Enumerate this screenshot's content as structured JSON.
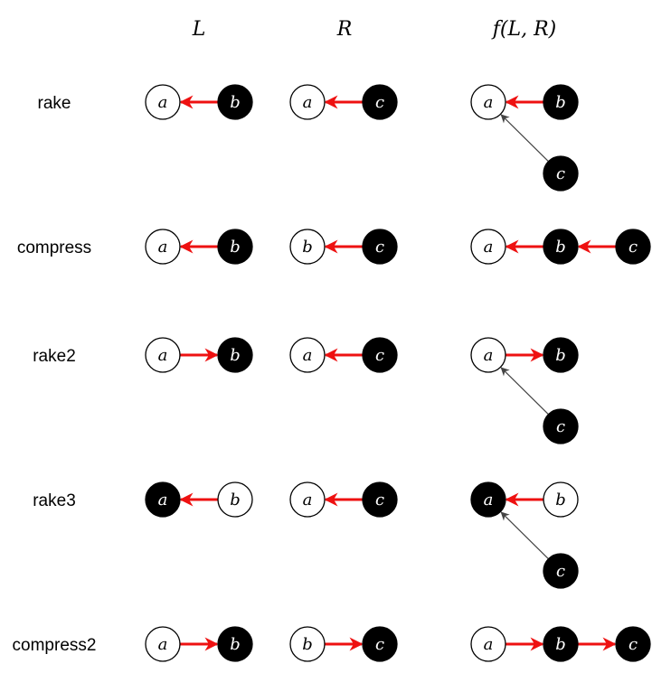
{
  "headers": {
    "left": "L",
    "right": "R",
    "result": "f(L, R)"
  },
  "colors": {
    "main_edge": "#ee1111",
    "aux_edge": "#444444",
    "black_node": "#000000",
    "white_node": "#ffffff"
  },
  "rows": [
    {
      "label": "rake",
      "L": {
        "nodes": [
          {
            "t": "a",
            "black": false
          },
          {
            "t": "b",
            "black": true
          }
        ],
        "dir": "left"
      },
      "R": {
        "nodes": [
          {
            "t": "a",
            "black": false
          },
          {
            "t": "c",
            "black": true
          }
        ],
        "dir": "left"
      },
      "F": {
        "kind": "rake",
        "top": [
          {
            "t": "a",
            "black": false
          },
          {
            "t": "b",
            "black": true
          }
        ],
        "dir": "left",
        "bottom": {
          "t": "c",
          "black": true
        }
      }
    },
    {
      "label": "compress",
      "L": {
        "nodes": [
          {
            "t": "a",
            "black": false
          },
          {
            "t": "b",
            "black": true
          }
        ],
        "dir": "left"
      },
      "R": {
        "nodes": [
          {
            "t": "b",
            "black": false
          },
          {
            "t": "c",
            "black": true
          }
        ],
        "dir": "left"
      },
      "F": {
        "kind": "chain",
        "nodes": [
          {
            "t": "a",
            "black": false
          },
          {
            "t": "b",
            "black": true
          },
          {
            "t": "c",
            "black": true
          }
        ],
        "dir": "left"
      }
    },
    {
      "label": "rake2",
      "L": {
        "nodes": [
          {
            "t": "a",
            "black": false
          },
          {
            "t": "b",
            "black": true
          }
        ],
        "dir": "right"
      },
      "R": {
        "nodes": [
          {
            "t": "a",
            "black": false
          },
          {
            "t": "c",
            "black": true
          }
        ],
        "dir": "left"
      },
      "F": {
        "kind": "rake",
        "top": [
          {
            "t": "a",
            "black": false
          },
          {
            "t": "b",
            "black": true
          }
        ],
        "dir": "right",
        "bottom": {
          "t": "c",
          "black": true
        }
      }
    },
    {
      "label": "rake3",
      "L": {
        "nodes": [
          {
            "t": "a",
            "black": true
          },
          {
            "t": "b",
            "black": false
          }
        ],
        "dir": "left"
      },
      "R": {
        "nodes": [
          {
            "t": "a",
            "black": false
          },
          {
            "t": "c",
            "black": true
          }
        ],
        "dir": "left"
      },
      "F": {
        "kind": "rake",
        "top": [
          {
            "t": "a",
            "black": true
          },
          {
            "t": "b",
            "black": false
          }
        ],
        "dir": "left",
        "bottom": {
          "t": "c",
          "black": true
        }
      }
    },
    {
      "label": "compress2",
      "L": {
        "nodes": [
          {
            "t": "a",
            "black": false
          },
          {
            "t": "b",
            "black": true
          }
        ],
        "dir": "right"
      },
      "R": {
        "nodes": [
          {
            "t": "b",
            "black": false
          },
          {
            "t": "c",
            "black": true
          }
        ],
        "dir": "right"
      },
      "F": {
        "kind": "chain",
        "nodes": [
          {
            "t": "a",
            "black": false
          },
          {
            "t": "b",
            "black": true
          },
          {
            "t": "c",
            "black": true
          }
        ],
        "dir": "right"
      }
    }
  ]
}
